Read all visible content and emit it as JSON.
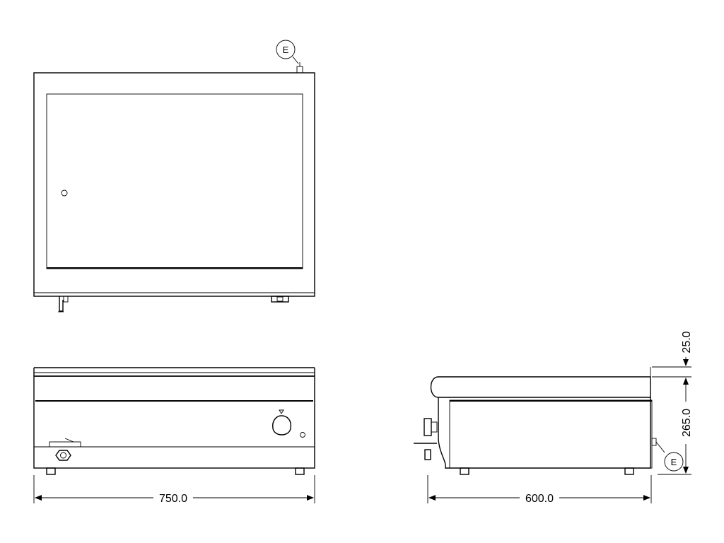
{
  "callouts": {
    "top_view_label": "E",
    "side_view_label": "E"
  },
  "dimensions": {
    "front_width": "750.0",
    "side_depth": "600.0",
    "top_thickness": "25.0",
    "body_height": "265.0"
  },
  "colors": {
    "line": "#000000",
    "background": "#ffffff"
  }
}
